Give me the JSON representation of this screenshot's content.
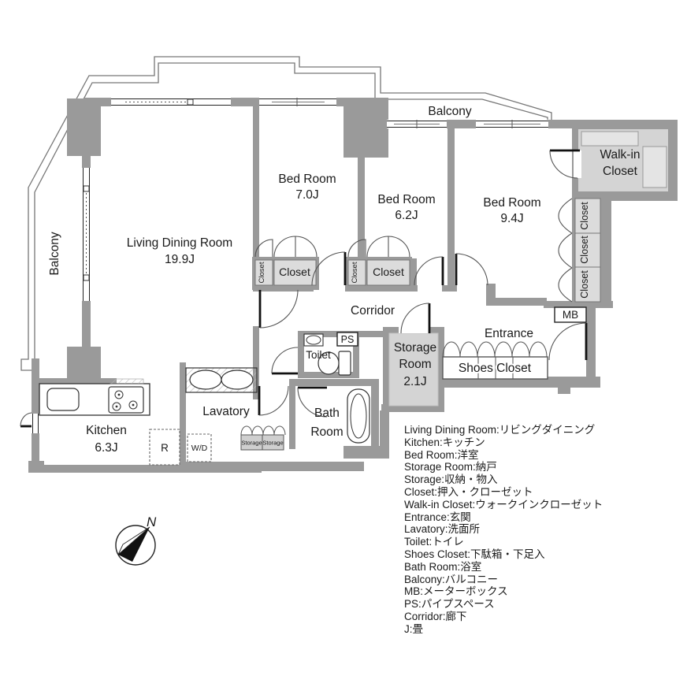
{
  "rooms": {
    "living": {
      "name": "Living Dining Room",
      "size": "19.9J"
    },
    "bed1": {
      "name": "Bed Room",
      "size": "7.0J"
    },
    "bed2": {
      "name": "Bed Room",
      "size": "6.2J"
    },
    "bed3": {
      "name": "Bed Room",
      "size": "9.4J"
    },
    "kitchen": {
      "name": "Kitchen",
      "size": "6.3J"
    },
    "storage_room": {
      "line1": "Storage",
      "line2": "Room",
      "size": "2.1J"
    },
    "walkin": {
      "line1": "Walk-in",
      "line2": "Closet"
    },
    "bath": {
      "line1": "Bath",
      "line2": "Room"
    },
    "corridor": "Corridor",
    "entrance": "Entrance",
    "lavatory": "Lavatory",
    "toilet": "Toilet",
    "shoes_closet": "Shoes Closet",
    "balcony_top": "Balcony",
    "balcony_left": "Balcony",
    "closet": "Closet",
    "mb": "MB",
    "ps": "PS",
    "refrigerator": "R",
    "washer_dryer": "W/D",
    "storage_small": "Storage",
    "compass_north": "N"
  },
  "legend": {
    "items": [
      "Living Dining Room:リビングダイニング",
      "Kitchen:キッチン",
      "Bed Room:洋室",
      "Storage Room:納戸",
      "Storage:収納・物入",
      "Closet:押入・クローゼット",
      "Walk-in Closet:ウォークインクローゼット",
      "Entrance:玄関",
      "Lavatory:洗面所",
      "Toilet:トイレ",
      "Shoes Closet:下駄箱・下足入",
      "Bath Room:浴室",
      "Balcony:バルコニー",
      "MB:メーターボックス",
      "PS:パイプスペース",
      "Corridor:廊下",
      "J:畳"
    ]
  },
  "colors": {
    "wall": "#9a9a9a",
    "closet_fill": "#dcdcdc",
    "floor_fill": "#d4d4d4",
    "shelf_fill": "#e4e4e4",
    "line": "#333333"
  }
}
